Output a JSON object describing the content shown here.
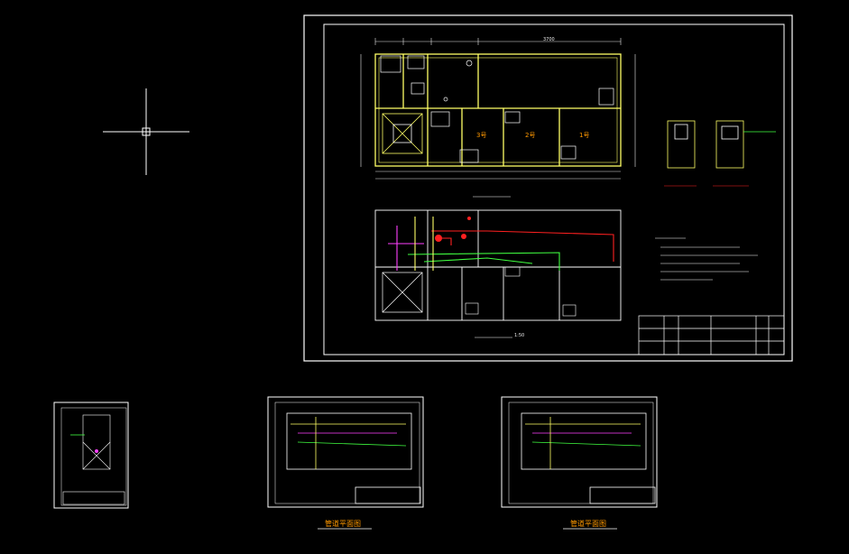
{
  "colors": {
    "background": "#000000",
    "frame": "#ffffff",
    "wall": "#ffff66",
    "dimension": "#e8e8e8",
    "room_label": "#ff9900",
    "pipe_red": "#ff2020",
    "pipe_green": "#40ff40",
    "pipe_magenta": "#ff40ff",
    "pipe_cyan": "#40ffff",
    "title_underline": "#ffffff"
  },
  "main_sheet": {
    "plan_top": {
      "rooms": [
        "1号",
        "2号",
        "3号"
      ],
      "dimension_top": "3700"
    },
    "plan_bottom": {
      "scale": "1:50"
    },
    "detail_views": {}
  },
  "crosshair_icon": "cursor-crosshair-icon",
  "thumbnails": {
    "left_titles": [
      "管道平面图",
      "管道平面图"
    ]
  }
}
